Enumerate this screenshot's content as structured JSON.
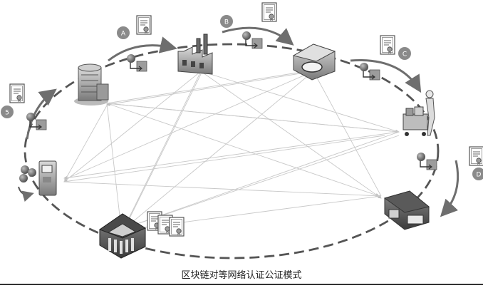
{
  "caption": "区块链对等网络认证公证模式",
  "steps": [
    {
      "label": "A"
    },
    {
      "label": "B"
    },
    {
      "label": "C"
    },
    {
      "label": "D"
    },
    {
      "label": "5"
    }
  ],
  "nodes": [
    {
      "name": "office-tower-node",
      "icon": "office-building-icon"
    },
    {
      "name": "factory-node",
      "icon": "factory-icon"
    },
    {
      "name": "warehouse-node",
      "icon": "warehouse-icon"
    },
    {
      "name": "shopper-node",
      "icon": "shopping-cart-icon"
    },
    {
      "name": "store-node",
      "icon": "storefront-icon"
    },
    {
      "name": "bank-node",
      "icon": "bank-icon"
    },
    {
      "name": "atm-node",
      "icon": "atm-icon"
    }
  ],
  "colors": {
    "arrow": "#6e6e6e",
    "dash": "#555555",
    "badge": "#8a8a8a",
    "mesh": "#c8c8c8"
  }
}
